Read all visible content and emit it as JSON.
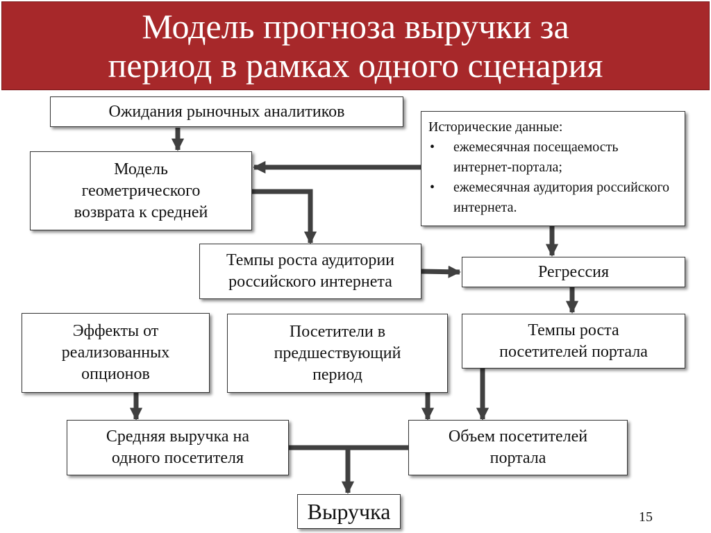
{
  "title": {
    "line1": "Модель прогноза выручки за",
    "line2": "период в рамках одного сценария"
  },
  "boxes": {
    "analysts": "Ожидания рыночных аналитиков",
    "geo_model": [
      "Модель",
      "геометрического",
      "возврата к средней"
    ],
    "historical": {
      "heading": "Исторические данные:",
      "items": [
        "ежемесячная посещаемость интернет-портала;",
        "ежемесячная аудитория российского интернета."
      ]
    },
    "audience_growth": [
      "Темпы роста аудитории",
      "российского интернета"
    ],
    "regression": "Регрессия",
    "options_effects": [
      "Эффекты от",
      "реализованных",
      "опционов"
    ],
    "prev_visitors": [
      "Посетители в",
      "предшествующий",
      "период"
    ],
    "visitor_growth": [
      "Темпы роста",
      "посетителей портала"
    ],
    "avg_revenue": [
      "Средняя выручка на",
      "одного посетителя"
    ],
    "visitor_volume": [
      "Объем посетителей",
      "портала"
    ],
    "revenue": "Выручка"
  },
  "page_number": "15",
  "colors": {
    "title_bg": "#a7282a",
    "title_text": "#ffffff",
    "arrow": "#404040"
  }
}
